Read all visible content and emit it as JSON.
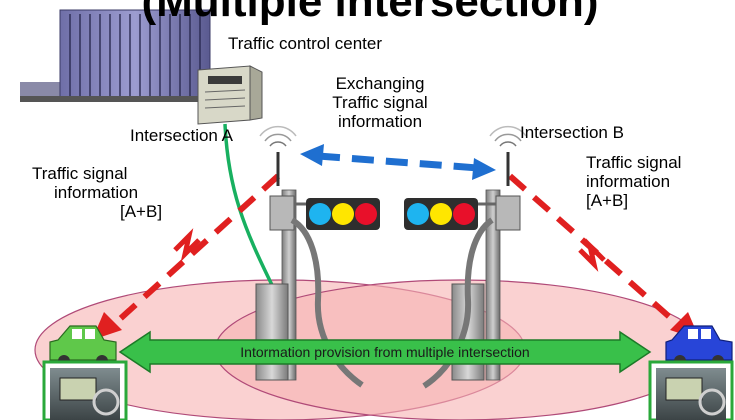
{
  "title": "(Multiple intersection)",
  "labels": {
    "control_center": "Traffic control center",
    "exchanging": [
      "Exchanging",
      "Traffic signal",
      "information"
    ],
    "intersection_a": "Intersection A",
    "intersection_b": "Intersection B",
    "left_info": [
      "Traffic signal",
      "information",
      "[A+B]"
    ],
    "right_info": [
      "Traffic signal",
      "information",
      "[A+B]"
    ],
    "banner": "Intormation provision from multiple intersection"
  },
  "colors": {
    "signal_red": "#e8102a",
    "signal_yellow": "#ffe600",
    "signal_blue": "#1eb4f0",
    "link_red": "#e02020",
    "exchange_blue": "#1f6fd0",
    "banner_green": "#39c04a",
    "zone_pink": "#f7b3b3",
    "car_left": "#5fc84a",
    "car_right": "#2845d8",
    "cable_green": "#18b060"
  }
}
